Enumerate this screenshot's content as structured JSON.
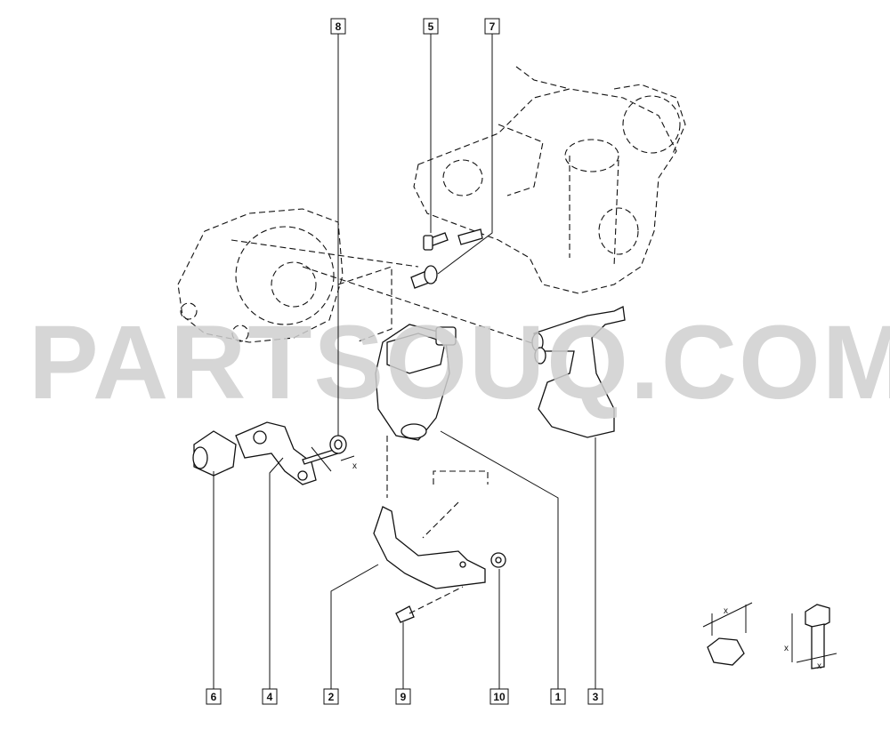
{
  "watermark": "PARTSOUQ.COM",
  "callouts": {
    "c1": "1",
    "c2": "2",
    "c3": "3",
    "c4": "4",
    "c5": "5",
    "c6": "6",
    "c7": "7",
    "c8": "8",
    "c9": "9",
    "c10": "10"
  },
  "dimension_label": "x"
}
